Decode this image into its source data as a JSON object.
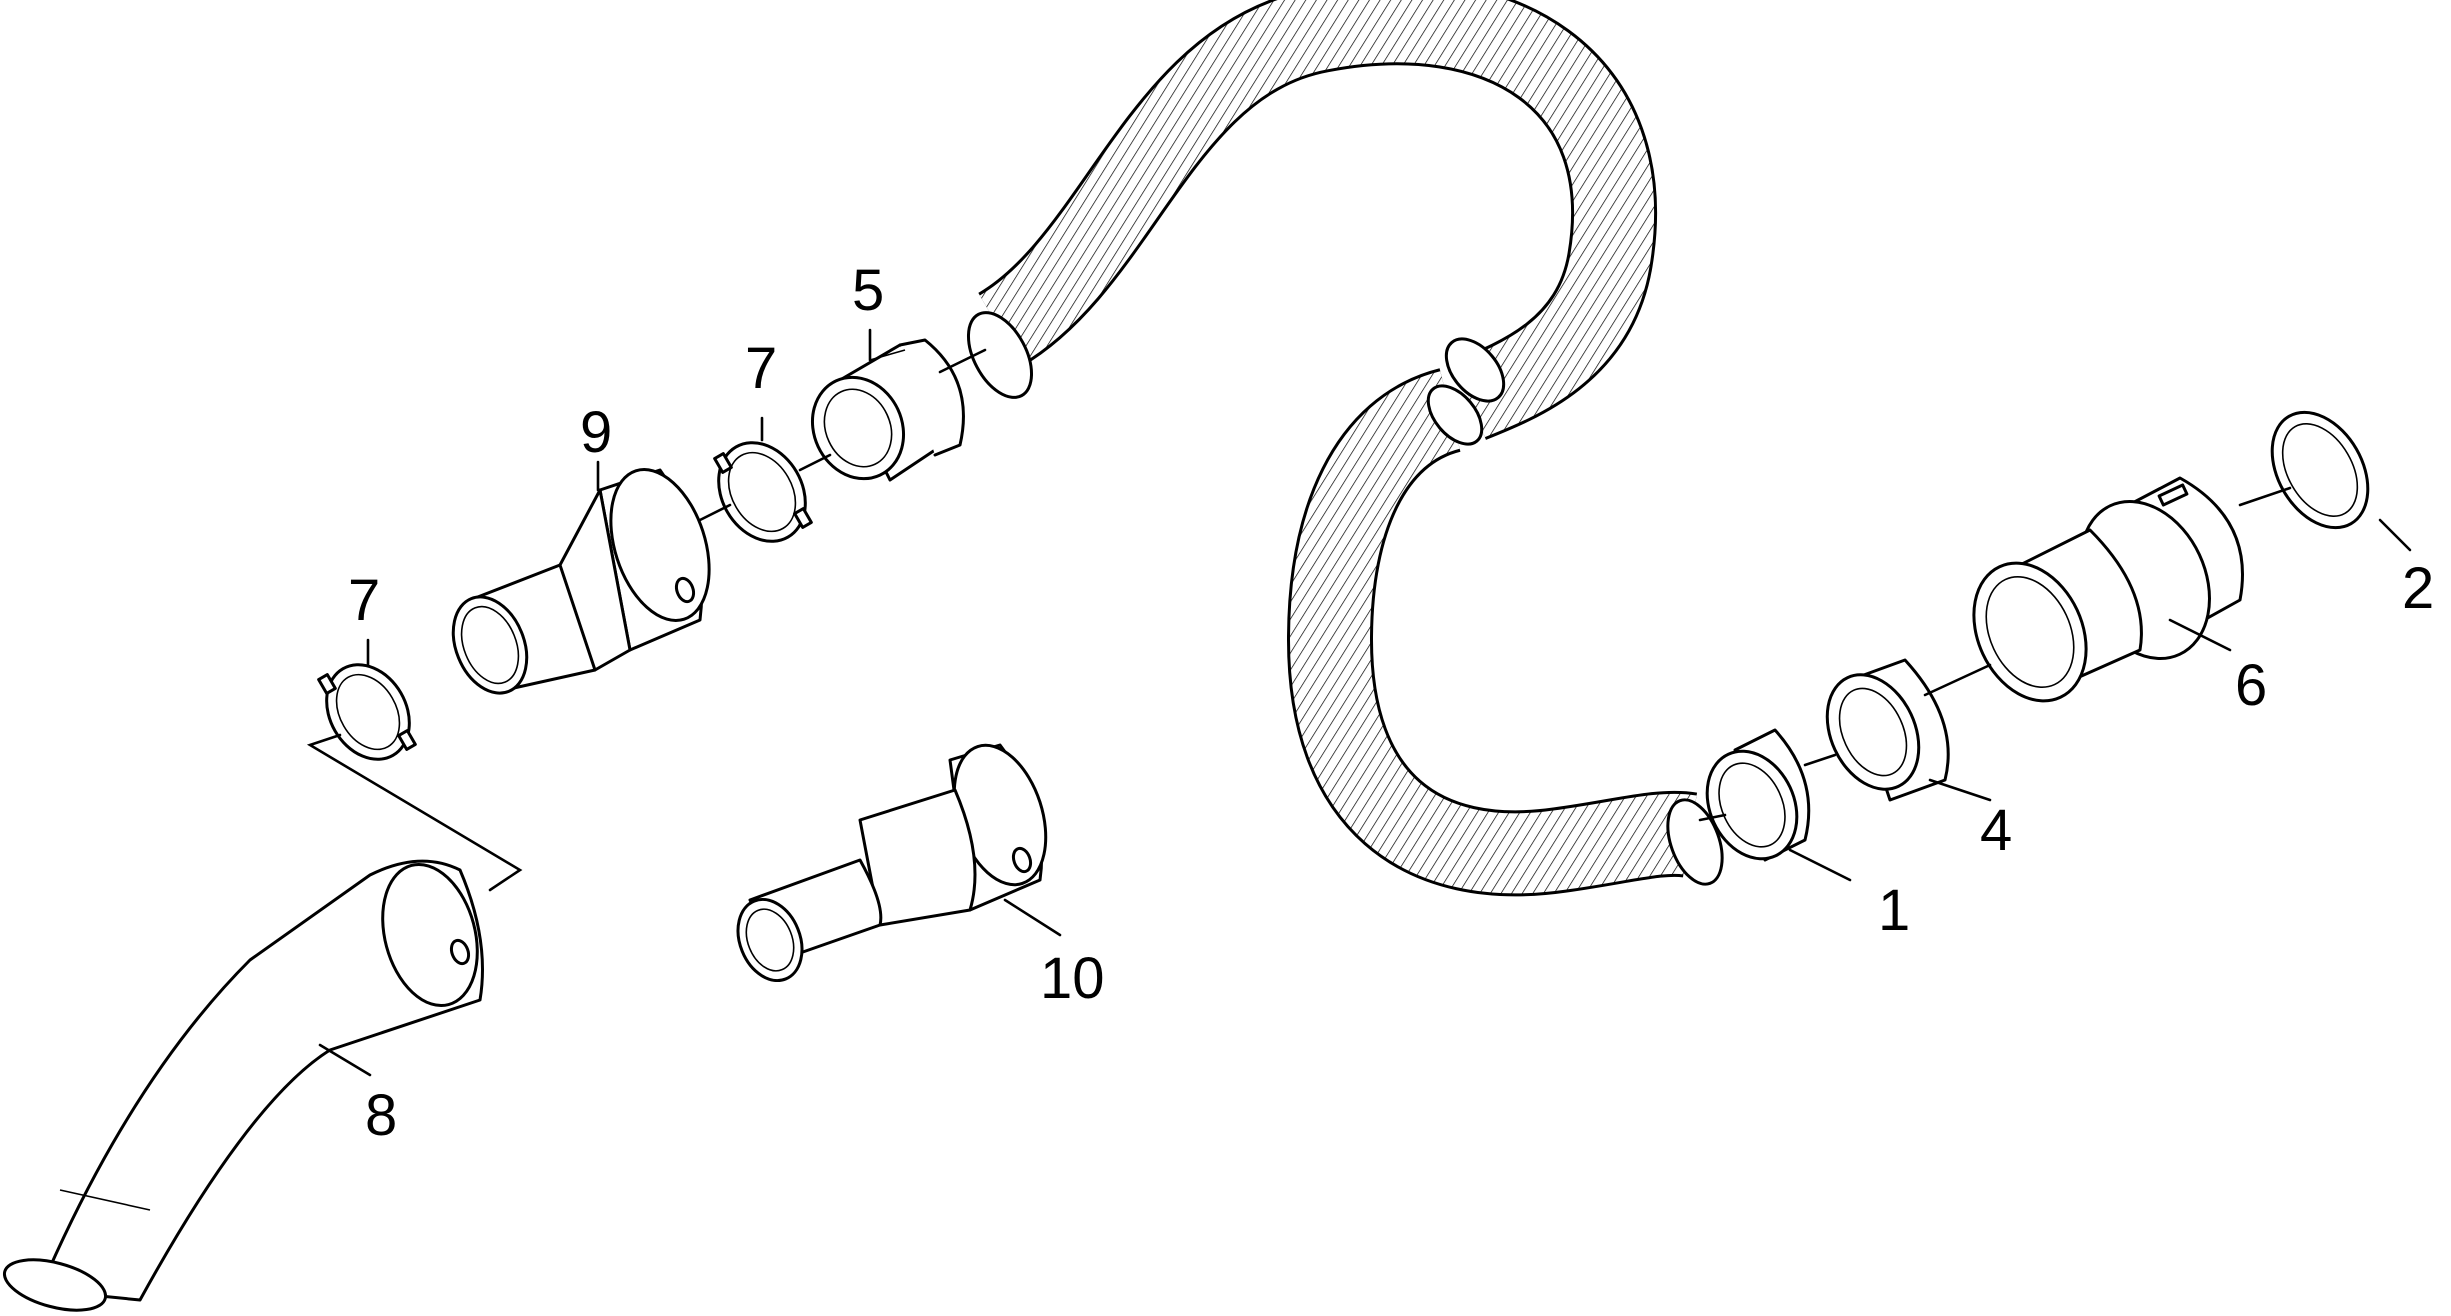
{
  "diagram": {
    "callouts": {
      "c1": "1",
      "c2": "2",
      "c4": "4",
      "c5": "5",
      "c6": "6",
      "c7a": "7",
      "c7b": "7",
      "c8": "8",
      "c9": "9",
      "c10": "10"
    }
  }
}
